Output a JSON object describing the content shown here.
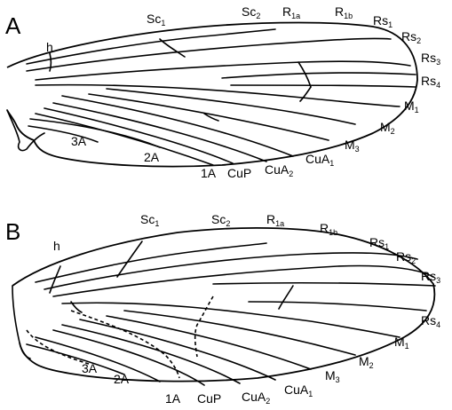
{
  "panels": [
    {
      "letter": "A",
      "labels": {
        "h": "h",
        "sc1": "Sc",
        "sc1_sub": "1",
        "sc2": "Sc",
        "sc2_sub": "2",
        "r1a": "R",
        "r1a_sub": "1a",
        "r1b": "R",
        "r1b_sub": "1b",
        "rs1": "Rs",
        "rs1_sub": "1",
        "rs2": "Rs",
        "rs2_sub": "2",
        "rs3": "Rs",
        "rs3_sub": "3",
        "rs4": "Rs",
        "rs4_sub": "4",
        "m1": "M",
        "m1_sub": "1",
        "m2": "M",
        "m2_sub": "2",
        "m3": "M",
        "m3_sub": "3",
        "cua1": "CuA",
        "cua1_sub": "1",
        "cua2": "CuA",
        "cua2_sub": "2",
        "cup": "CuP",
        "a1": "1A",
        "a2": "2A",
        "a3": "3A"
      }
    },
    {
      "letter": "B",
      "labels": {
        "h": "h",
        "sc1": "Sc",
        "sc1_sub": "1",
        "sc2": "Sc",
        "sc2_sub": "2",
        "r1a": "R",
        "r1a_sub": "1a",
        "r1b": "R",
        "r1b_sub": "1b",
        "rs1": "Rs",
        "rs1_sub": "1",
        "rs2": "Rs",
        "rs2_sub": "2",
        "rs3": "Rs",
        "rs3_sub": "3",
        "rs4": "Rs",
        "rs4_sub": "4",
        "m1": "M",
        "m1_sub": "1",
        "m2": "M",
        "m2_sub": "2",
        "m3": "M",
        "m3_sub": "3",
        "cua1": "CuA",
        "cua1_sub": "1",
        "cua2": "CuA",
        "cua2_sub": "2",
        "cup": "CuP",
        "a1": "1A",
        "a2": "2A",
        "a3": "3A"
      }
    }
  ]
}
